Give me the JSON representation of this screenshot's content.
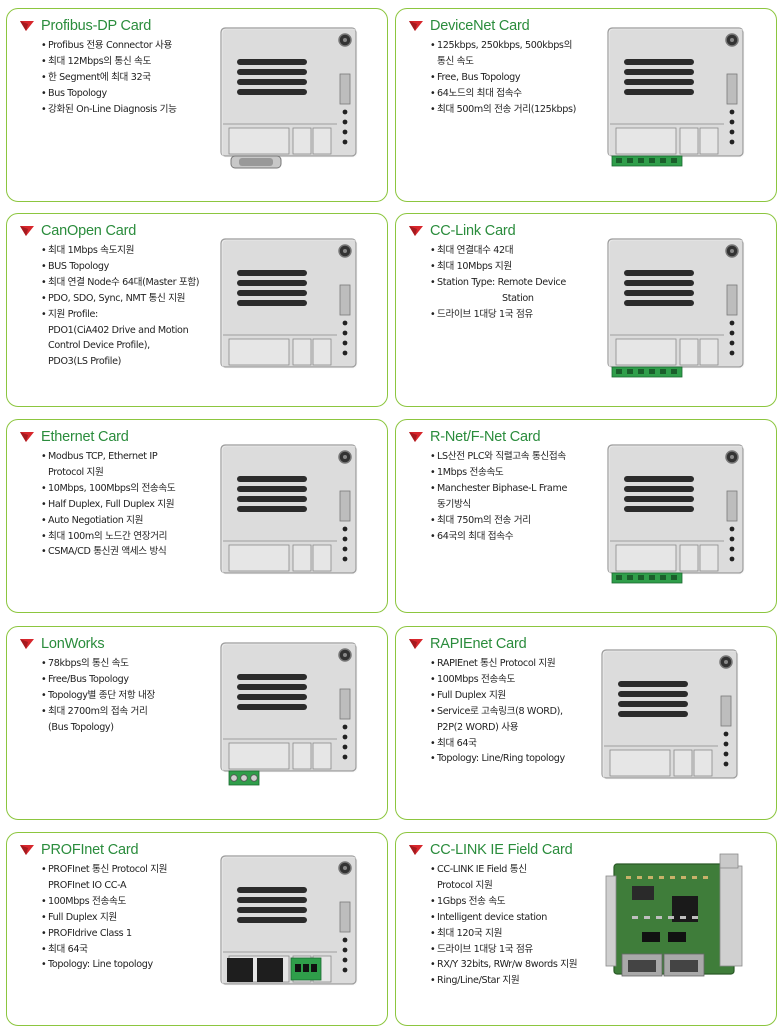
{
  "cards": [
    {
      "title": "Profibus-DP Card",
      "features": [
        "Profibus 전용 Connector 사용",
        "최대 12Mbps의 통신 속도",
        "한 Segment에 최대 32국",
        "Bus Topology",
        "강화된 On-Line Diagnosis 기능"
      ]
    },
    {
      "title": "DeviceNet Card",
      "features": [
        "125kbps, 250kbps, 500kbps의\n통신 속도",
        "Free, Bus Topology",
        "64노드의 최대 접속수",
        "최대 500m의 전송 거리(125kbps)"
      ]
    },
    {
      "title": "CanOpen Card",
      "features": [
        "최대 1Mbps 속도지원",
        "BUS Topology",
        "최대 연결 Node수 64대(Master 포함)",
        "PDO, SDO, Sync, NMT 통신 지원",
        "지원 Profile:\nPDO1(CiA402 Drive and Motion\nControl Device Profile),\nPDO3(LS Profile)"
      ]
    },
    {
      "title": "CC-Link Card",
      "features": [
        "최대 연결대수 42대",
        "최대 10Mbps 지원",
        "Station Type: Remote Device",
        "드라이브 1대당 1국 점유"
      ],
      "station_continuation": "Station"
    },
    {
      "title": "Ethernet Card",
      "features": [
        "Modbus TCP, Ethernet IP\nProtocol 지원",
        "10Mbps, 100Mbps의 전송속도",
        "Half Duplex, Full Duplex 지원",
        "Auto Negotiation 지원",
        "최대 100m의 노드간 연장거리",
        "CSMA/CD 통신권 액세스 방식"
      ]
    },
    {
      "title": "R-Net/F-Net Card",
      "features": [
        "LS산전 PLC와 직렬고속 통신접속",
        "1Mbps 전송속도",
        "Manchester Biphase-L Frame\n동기방식",
        "최대 750m의 전송 거리",
        "64국의 최대 접속수"
      ]
    },
    {
      "title": "LonWorks",
      "features": [
        "78kbps의 통신 속도",
        "Free/Bus Topology",
        "Topology별 종단 저항 내장",
        "최대 2700m의 접속 거리\n(Bus Topology)"
      ]
    },
    {
      "title": "RAPIEnet Card",
      "features": [
        "RAPIEnet 통신 Protocol 지원",
        "100Mbps 전송속도",
        "Full Duplex 지원",
        "Service로 고속링크(8 WORD),\nP2P(2 WORD) 사용",
        "최대 64국",
        "Topology: Line/Ring topology"
      ]
    },
    {
      "title": "PROFInet Card",
      "features": [
        "PROFInet 통신 Protocol 지원\nPROFInet IO CC-A",
        "100Mbps 전송속도",
        "Full Duplex 지원",
        "PROFIdrive Class 1",
        "최대 64국",
        "Topology: Line topology"
      ]
    },
    {
      "title": "CC-LINK IE Field Card",
      "features": [
        "CC-LINK IE Field 통신\nProtocol 지원",
        "1Gbps 전송 속도",
        "Intelligent device station",
        "최대 120국 지원",
        "드라이브 1대당 1국 점유",
        "RX/Y 32bits, RWr/w 8words 지원",
        "Ring/Line/Star 지원"
      ]
    }
  ],
  "colors": {
    "border": "#8cc63f",
    "title": "#2a8c3c",
    "arrow": "#d7262c"
  }
}
